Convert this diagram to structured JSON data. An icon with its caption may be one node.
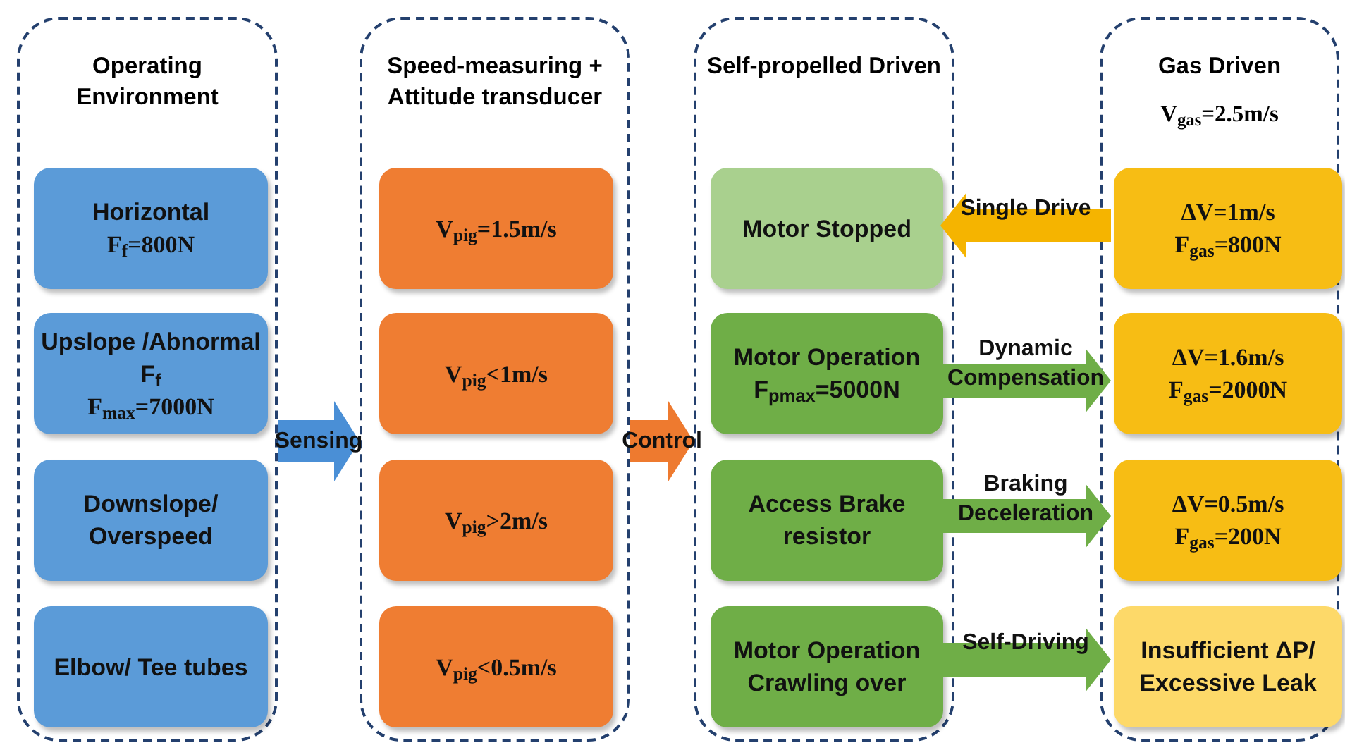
{
  "diagram": {
    "nodes": [
      {
        "text": [
          "Operating Environment"
        ]
      },
      {
        "text": [
          "Horizontal",
          "F$_{f}$=800N"
        ],
        "in": 0
      },
      {
        "text": [
          "Upslope /Abnormal F$_{f}$",
          "F$_{max}$=7000N"
        ],
        "in": 0
      },
      {
        "text": [
          "Downslope/ Overspeed"
        ],
        "in": 0
      },
      {
        "text": [
          "Elbow/ Tee tubes"
        ],
        "in": 0
      },
      {
        "text": [
          "Speed-measuring + Attitude transducer"
        ]
      },
      {
        "text": [
          "V$_{pig}$=1.5m/s"
        ],
        "in": 5
      },
      {
        "text": [
          "V$_{pig}$<1m/s"
        ],
        "in": 5
      },
      {
        "text": [
          "V$_{pig}$>2m/s"
        ],
        "in": 5
      },
      {
        "text": [
          "V$_{pig}$<0.5m/s"
        ],
        "in": 5
      },
      {
        "text": [
          "Self-propelled Driven"
        ]
      },
      {
        "text": [
          "Motor Stopped"
        ],
        "in": 10
      },
      {
        "text": [
          "Motor Operation",
          "F$_{pmax}$=5000N"
        ],
        "in": 10
      },
      {
        "text": [
          "Access Brake resistor"
        ],
        "in": 10
      },
      {
        "text": [
          "Motor Operation Crawling over"
        ],
        "in": 10
      },
      {
        "text": [
          "Gas Driven",
          "V$_{gas}$=2.5m/s"
        ]
      },
      {
        "text": [
          "ΔV=1m/s",
          "F$_{gas}$=800N"
        ],
        "in": 15
      },
      {
        "text": [
          "ΔV=1.6m/s",
          "F$_{gas}$=2000N"
        ],
        "in": 15
      },
      {
        "text": [
          "ΔV=0.5m/s",
          "F$_{gas}$=200N"
        ],
        "in": 15
      },
      {
        "text": [
          "Insufficient ΔP/ Excessive Leak"
        ],
        "in": 15
      }
    ],
    "edges": [
      {
        "from": 0,
        "to": 5,
        "arrow": "to",
        "label": "Sensing",
        "color": "#4a8fd6"
      },
      {
        "from": 5,
        "to": 10,
        "arrow": "to",
        "label": "Control",
        "color": "#ee7a2f"
      },
      {
        "from": 16,
        "to": 11,
        "arrow": "to",
        "label": "Single Drive",
        "color": "#f5b400"
      },
      {
        "from": 12,
        "to": 17,
        "arrow": "to",
        "label": "Dynamic Compensation"
      },
      {
        "from": 13,
        "to": 18,
        "arrow": "to",
        "label": "Braking Deceleration"
      },
      {
        "from": 14,
        "to": 19,
        "arrow": "to",
        "label": "Self-Driving"
      }
    ]
  }
}
